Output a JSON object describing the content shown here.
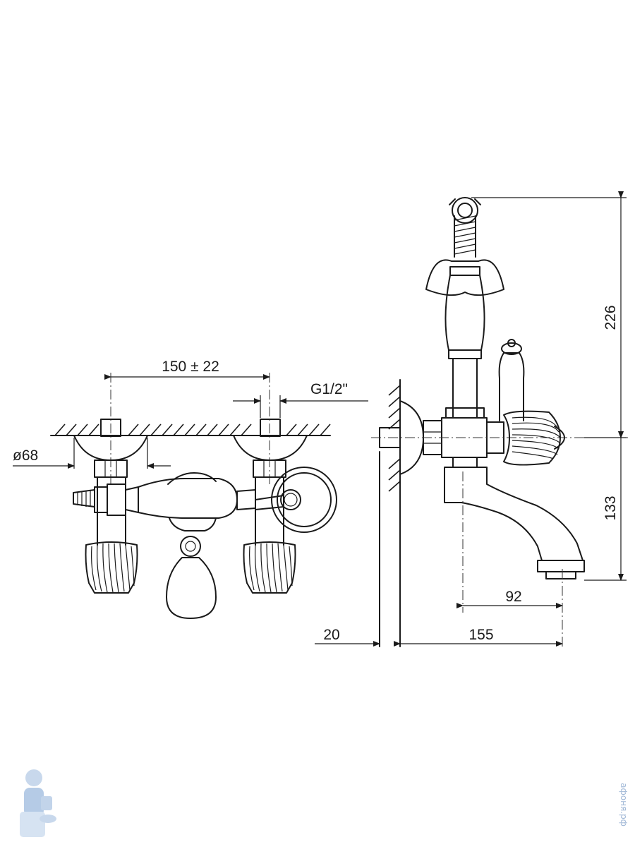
{
  "front_view": {
    "dim_center_distance": "150 ± 22",
    "dim_thread": "G1/2\"",
    "dim_flange_diameter": "ø68"
  },
  "side_view": {
    "dim_shower_holder_height": "226",
    "dim_spout_height": "133",
    "dim_spout_offset": "92",
    "dim_wall_gap": "20",
    "dim_total_projection": "155"
  },
  "watermark": {
    "text": "афоня.рф",
    "color": "#9fb7d6"
  }
}
